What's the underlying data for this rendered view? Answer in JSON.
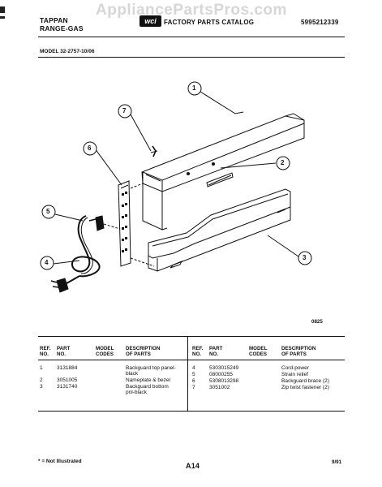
{
  "watermark": "AppliancePartsPros.com",
  "header": {
    "brand_line1": "TAPPAN",
    "brand_line2": "RANGE-GAS",
    "logo_text": "wci",
    "catalog_title": "FACTORY PARTS CATALOG",
    "catalog_number": "5995212339"
  },
  "model": "MODEL 32-2757-10/06",
  "diagram": {
    "callouts": [
      "1",
      "2",
      "3",
      "4",
      "5",
      "6",
      "7"
    ],
    "figure_code": "0825"
  },
  "table": {
    "headers": {
      "ref_no": [
        "REF.",
        "NO."
      ],
      "part_no": [
        "PART",
        "NO."
      ],
      "model_codes": [
        "MODEL",
        "CODES"
      ],
      "description": [
        "DESCRIPTION",
        "OF PARTS"
      ]
    },
    "left_rows": [
      {
        "ref": "1",
        "part": "3131884",
        "desc": [
          "Backguard top panel-",
          "black"
        ]
      },
      {
        "ref": "2",
        "part": "3051005",
        "desc": [
          "Nameplate & bezel"
        ]
      },
      {
        "ref": "3",
        "part": "3131740",
        "desc": [
          "Backguard bottom",
          "pnl-black"
        ]
      }
    ],
    "right_rows": [
      {
        "ref": "4",
        "part": "5303015249",
        "desc": [
          "Cord-power"
        ]
      },
      {
        "ref": "5",
        "part": "08000255",
        "desc": [
          "Strain relief"
        ]
      },
      {
        "ref": "6",
        "part": "5308013298",
        "desc": [
          "Backguard brace (2)"
        ]
      },
      {
        "ref": "7",
        "part": "3051002",
        "desc": [
          "Zip twist fastener (2)"
        ]
      }
    ]
  },
  "footer": {
    "note": "* = Not Illustrated",
    "page": "A14",
    "date": "9/91"
  }
}
